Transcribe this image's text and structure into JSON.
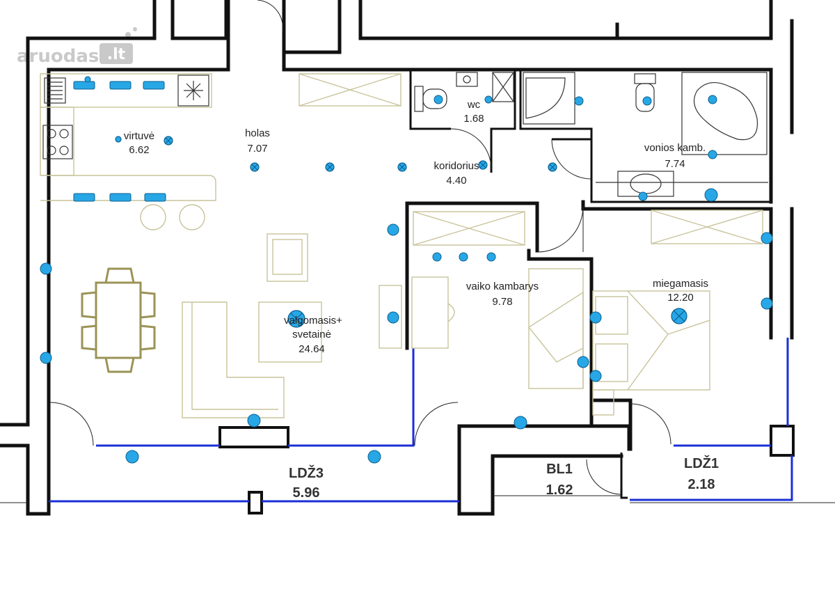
{
  "watermark": {
    "name": "aruodas",
    "tld": ".lt"
  },
  "rooms": [
    {
      "id": "virtuve",
      "name": "virtuvė",
      "area": "6.62"
    },
    {
      "id": "holas",
      "name": "holas",
      "area": "7.07"
    },
    {
      "id": "wc",
      "name": "wc",
      "area": "1.68"
    },
    {
      "id": "koridorius",
      "name": "koridorius",
      "area": "4.40"
    },
    {
      "id": "vonios",
      "name": "vonios kamb.",
      "area": "7.74"
    },
    {
      "id": "svetaine",
      "name_line1": "valgomasis+",
      "name_line2": "svetainė",
      "area": "24.64"
    },
    {
      "id": "vaiko",
      "name": "vaiko kambarys",
      "area": "9.78"
    },
    {
      "id": "miegamasis",
      "name": "miegamasis",
      "area": "12.20"
    },
    {
      "id": "ldz3",
      "name": "LDŽ3",
      "area": "5.96"
    },
    {
      "id": "bl1",
      "name": "BL1",
      "area": "1.62"
    },
    {
      "id": "ldz1",
      "name": "LDŽ1",
      "area": "2.18"
    }
  ],
  "colors": {
    "walls": "#111111",
    "furniture": "#c8c39a",
    "windows": "#1a2fd6",
    "electrical": "#28a7e6"
  }
}
